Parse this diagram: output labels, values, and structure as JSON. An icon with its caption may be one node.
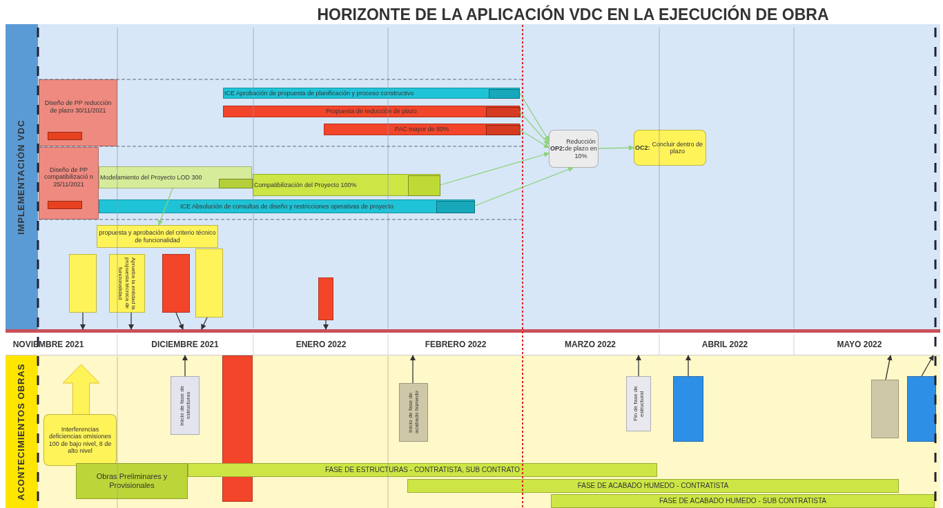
{
  "diagram": {
    "title": "HORIZONTE DE LA APLICACIÓN VDC EN LA EJECUCIÓN DE OBRA",
    "nodes": [
      {
        "text": [
          "IMPLEMENTACIÓN VDC"
        ]
      },
      {
        "text": [
          "Diseño de PP reducción de plazo 30/11/2021"
        ],
        "in": 0
      },
      {
        "text": [],
        "shape": "box",
        "in": 1
      },
      {
        "text": [
          "Diseño de PP compatibilizació n 25/11/2021"
        ],
        "in": 0
      },
      {
        "text": [],
        "shape": "box",
        "in": 3
      },
      {
        "text": [
          "ICE Aprobación de propuesta de planificación y proceso constructivo"
        ],
        "in": 0
      },
      {
        "text": [],
        "shape": "box",
        "in": 5
      },
      {
        "text": [
          "Propuesta de reducción de plazo"
        ],
        "in": 0
      },
      {
        "text": [],
        "shape": "box",
        "in": 7
      },
      {
        "text": [
          "PAC mayor de 80%"
        ],
        "in": 0
      },
      {
        "text": [],
        "shape": "box",
        "in": 9
      },
      {
        "text": [
          "Modelamiento del Proyecto LOD 300"
        ],
        "in": 0
      },
      {
        "text": [],
        "shape": "box",
        "in": 11
      },
      {
        "text": [
          "Compatibilización del Proyecto 100%"
        ],
        "in": 0
      },
      {
        "text": [],
        "shape": "box",
        "in": 13
      },
      {
        "text": [
          "ICE Absolución de consultas de diseño y restricciones operativas de proyecto"
        ],
        "in": 0
      },
      {
        "text": [],
        "shape": "box",
        "in": 15
      },
      {
        "text": [
          "**OP2:** Reducción de plazo en 10%"
        ],
        "in": 0
      },
      {
        "text": [
          "**OC2:** Concluir dentro de plazo"
        ],
        "in": 0
      },
      {
        "text": [
          "propuesta y aprobación del criterio técnico de funcionalidad"
        ],
        "in": 0
      },
      {
        "text": [],
        "shape": "box",
        "in": 0
      },
      {
        "text": [
          "Aprueba la entidad la propuesta técnica de funcionalidad"
        ],
        "in": 0
      },
      {
        "text": [],
        "shape": "box",
        "in": 0
      },
      {
        "text": [],
        "shape": "box",
        "in": 0
      },
      {
        "text": [],
        "shape": "box",
        "in": 0
      },
      {
        "text": [
          "ACONTECIMIENTOS OBRAS"
        ]
      },
      {
        "text": [],
        "shape": "arrow",
        "in": 25
      },
      {
        "text": [
          "Interferencias deficiencias omisiones 100 de bajo nivel, 8 de alto nivel"
        ],
        "in": 25
      },
      {
        "text": [
          "Inicio de fase de estructuras"
        ],
        "in": 25
      },
      {
        "text": [],
        "shape": "bar",
        "in": 25
      },
      {
        "text": [
          "Inicio de fase de acabado húmedo"
        ],
        "in": 25
      },
      {
        "text": [
          "Fin de fase de estructural"
        ],
        "in": 25
      },
      {
        "text": [],
        "shape": "box",
        "in": 25
      },
      {
        "text": [],
        "shape": "box",
        "in": 25
      },
      {
        "text": [],
        "shape": "box",
        "in": 25
      },
      {
        "text": [
          "Obras Preliminares y Provisionales"
        ],
        "in": 25
      },
      {
        "text": [
          "FASE DE ESTRUCTURAS - CONTRATISTA, SUB CONTRATO"
        ],
        "in": 25
      },
      {
        "text": [
          "FASE DE ACABADO HUMEDO - CONTRATISTA"
        ],
        "in": 25
      },
      {
        "text": [
          "FASE DE ACABADO HUMEDO - SUB CONTRATISTA"
        ],
        "in": 25
      },
      {
        "text": [],
        "shape": "bar"
      }
    ],
    "edges": [
      {
        "from": 5,
        "to": 17,
        "arrow": "to",
        "color": "#8fd17a"
      },
      {
        "from": 7,
        "to": 17,
        "arrow": "to",
        "color": "#8fd17a"
      },
      {
        "from": 9,
        "to": 17,
        "arrow": "to",
        "color": "#8fd17a"
      },
      {
        "from": 13,
        "to": 17,
        "arrow": "to",
        "color": "#8fd17a"
      },
      {
        "from": 15,
        "to": 17,
        "arrow": "to",
        "color": "#8fd17a"
      },
      {
        "from": 17,
        "to": 18,
        "arrow": "to",
        "color": "#8fd17a"
      },
      {
        "from": 11,
        "to": 19,
        "arrow": "to",
        "color": "#8fd17a"
      },
      {
        "from": 20,
        "to": 39,
        "arrow": "to"
      },
      {
        "from": 21,
        "to": 39,
        "arrow": "to"
      },
      {
        "from": 22,
        "to": 39,
        "arrow": "to"
      },
      {
        "from": 23,
        "to": 39,
        "arrow": "to"
      },
      {
        "from": 24,
        "to": 39,
        "arrow": "to"
      },
      {
        "from": 28,
        "to": 39,
        "arrow": "to"
      },
      {
        "from": 30,
        "to": 39,
        "arrow": "to"
      },
      {
        "from": 31,
        "to": 39,
        "arrow": "to"
      },
      {
        "from": 32,
        "to": 39,
        "arrow": "to"
      },
      {
        "from": 33,
        "to": 39,
        "arrow": "to"
      },
      {
        "from": 34,
        "to": 39,
        "arrow": "to"
      }
    ],
    "labels": [
      "NOVIEMBRE 2021",
      "DICIEMBRE 2021",
      "ENERO 2022",
      "FEBRERO 2022",
      "MARZO 2022",
      "ABRIL 2022",
      "MAYO 2022"
    ]
  }
}
